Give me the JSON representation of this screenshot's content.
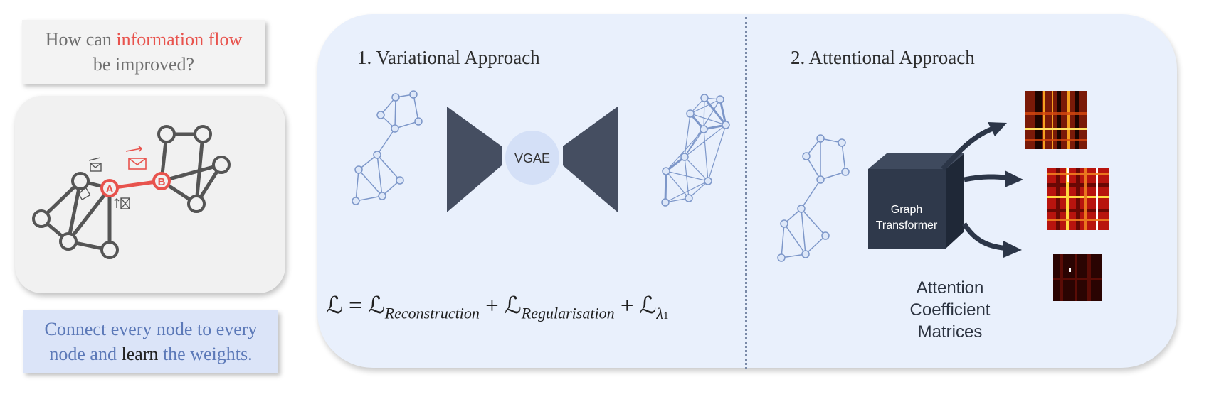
{
  "question": {
    "prefix": "How can ",
    "highlight": "information flow",
    "suffix": "be improved?"
  },
  "answer": {
    "line1": "Connect every node to every",
    "line2_a": "node and ",
    "line2_emphasis": "learn",
    "line2_b": " the weights."
  },
  "node_a": "A",
  "node_b": "B",
  "variational": {
    "title": "1. Variational Approach",
    "model_label": "VGAE"
  },
  "attentional": {
    "title": "2. Attentional Approach",
    "model_label_line1": "Graph",
    "model_label_line2": "Transformer",
    "caption_line1": "Attention",
    "caption_line2": "Coefficient",
    "caption_line3": "Matrices"
  },
  "formula": {
    "loss": "ℒ",
    "eq": " = ",
    "sub1": "Reconstruction",
    "plus": " + ",
    "sub2": "Regularisation",
    "sub3": "λ",
    "sub3_index": "1"
  },
  "colors": {
    "graph_edge": "#555555",
    "highlight": "#e8534d",
    "blue_graph": "#7d97c9",
    "dark_shape": "#454e61"
  }
}
